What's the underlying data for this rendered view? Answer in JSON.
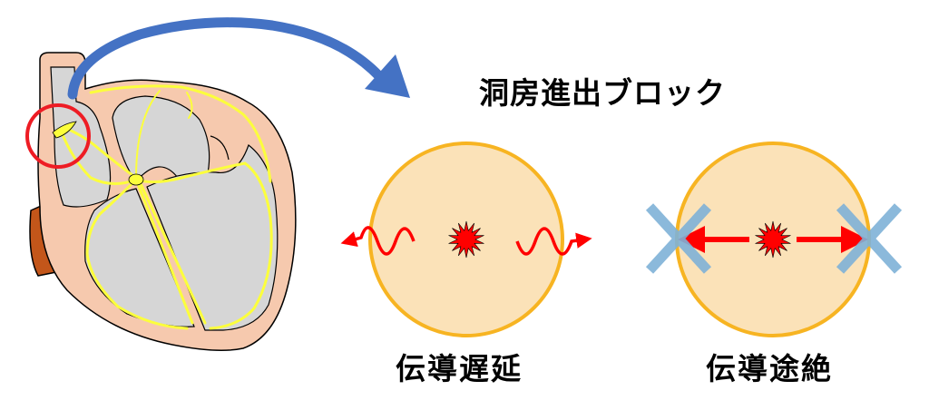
{
  "title": "洞房進出ブロック",
  "panels": [
    {
      "label": "伝導遅延"
    },
    {
      "label": "伝導途絶"
    }
  ],
  "colors": {
    "heart_tissue": "#f6c9ae",
    "chamber": "#d6d6d6",
    "conduction": "#fcff3c",
    "vena_cava": "#c3561a",
    "highlight_ring": "#ee1c24",
    "arrow": "#4472c4",
    "circle_fill": "#fbe2b8",
    "circle_stroke": "#f7b422",
    "impulse": "#ff0000",
    "block_mark": "#7fb2d8"
  },
  "icons": [
    "heart-illustration",
    "curved-arrow-icon",
    "impulse-star-icon",
    "block-x-icon"
  ]
}
